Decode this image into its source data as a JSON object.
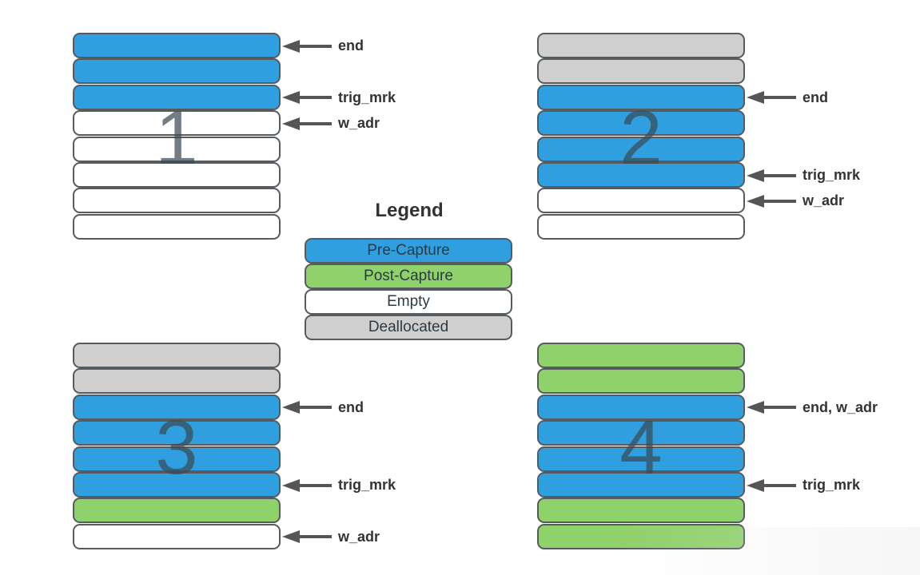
{
  "colors": {
    "pre_capture": "#2f9fe0",
    "post_capture": "#8fd16a",
    "empty": "#ffffff",
    "deallocated": "#cfcfcf",
    "outline": "#555b5f",
    "arrow": "#555555"
  },
  "legend": {
    "title": "Legend",
    "items": [
      {
        "label": "Pre-Capture",
        "state": "pre"
      },
      {
        "label": "Post-Capture",
        "state": "post"
      },
      {
        "label": "Empty",
        "state": "empty"
      },
      {
        "label": "Deallocated",
        "state": "dealloc"
      }
    ]
  },
  "stacks": [
    {
      "number": "1",
      "slots": [
        "pre",
        "pre",
        "pre",
        "empty",
        "empty",
        "empty",
        "empty",
        "empty"
      ],
      "pointers": [
        {
          "label": "end",
          "slot": 0
        },
        {
          "label": "trig_mrk",
          "slot": 2
        },
        {
          "label": "w_adr",
          "slot": 3
        }
      ]
    },
    {
      "number": "2",
      "slots": [
        "dealloc",
        "dealloc",
        "pre",
        "pre",
        "pre",
        "pre",
        "empty",
        "empty"
      ],
      "pointers": [
        {
          "label": "end",
          "slot": 2
        },
        {
          "label": "trig_mrk",
          "slot": 5
        },
        {
          "label": "w_adr",
          "slot": 6
        }
      ]
    },
    {
      "number": "3",
      "slots": [
        "dealloc",
        "dealloc",
        "pre",
        "pre",
        "pre",
        "pre",
        "post",
        "empty"
      ],
      "pointers": [
        {
          "label": "end",
          "slot": 2
        },
        {
          "label": "trig_mrk",
          "slot": 5
        },
        {
          "label": "w_adr",
          "slot": 7
        }
      ]
    },
    {
      "number": "4",
      "slots": [
        "post",
        "post",
        "pre",
        "pre",
        "pre",
        "pre",
        "post",
        "post"
      ],
      "pointers": [
        {
          "label": "end, w_adr",
          "slot": 2
        },
        {
          "label": "trig_mrk",
          "slot": 5
        }
      ]
    }
  ]
}
